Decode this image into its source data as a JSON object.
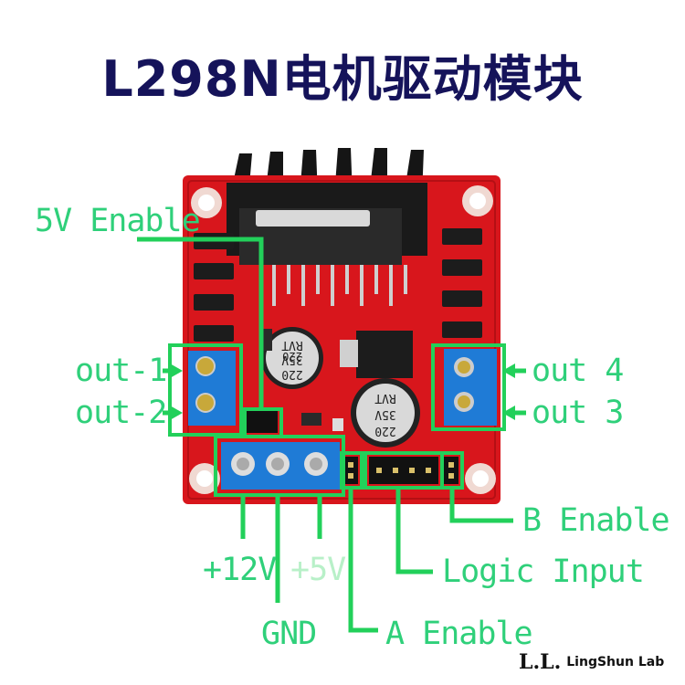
{
  "title": "L298N电机驱动模块",
  "labels": {
    "five_v_enable": "5V Enable",
    "out1": "out-1",
    "out2": "out-2",
    "out4": "out 4",
    "out3": "out 3",
    "v12": "+12V",
    "v5": "+5V",
    "gnd": "GND",
    "a_enable": "A Enable",
    "logic_input": "Logic Input",
    "b_enable": "B Enable"
  },
  "capacitor": {
    "line1": "220",
    "line2": "35V",
    "line3": "RVT"
  },
  "logo": {
    "mark": "L.L.",
    "text": "LingShun Lab"
  },
  "colors": {
    "accent_green": "#22d05a",
    "label_green": "#2fd07a",
    "board_red": "#d8161c",
    "title_navy": "#15135a"
  }
}
